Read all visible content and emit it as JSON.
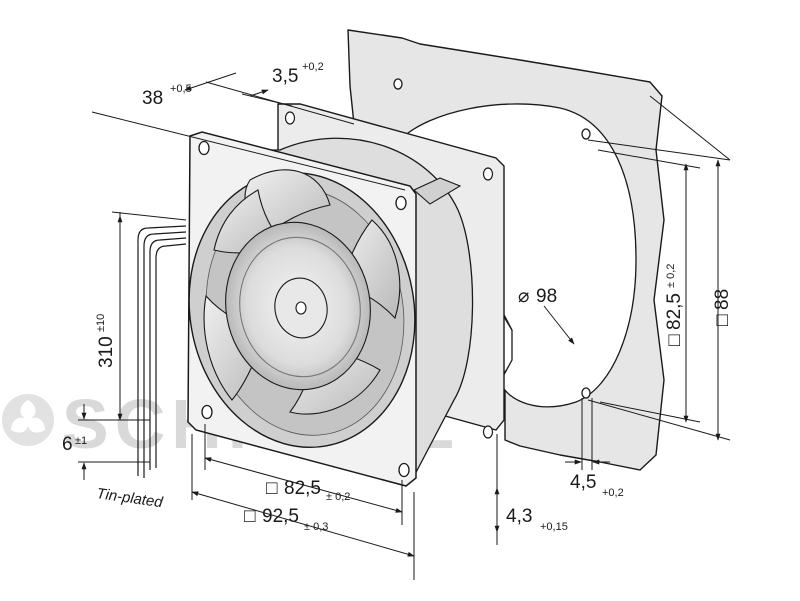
{
  "watermark": {
    "text": "SCHIESSL",
    "logo_icon": "fan-logo-icon"
  },
  "dimensions": {
    "depth": {
      "value": "38",
      "tol": "+0,5"
    },
    "flange": {
      "value": "3,5",
      "tol": "+0,2"
    },
    "lead_length": {
      "value": "310",
      "tol": "±10"
    },
    "strip_length": {
      "value": "6",
      "tol": "±1"
    },
    "strip_note": "Tin-plated",
    "hole_spacing_bottom": {
      "prefix": "□",
      "value": "82,5",
      "tol": "± 0,2"
    },
    "frame_size": {
      "prefix": "□",
      "value": "92,5",
      "tol": "± 0,3"
    },
    "diameter": {
      "symbol": "⌀",
      "value": "98"
    },
    "panel_hole_spacing": {
      "prefix": "□",
      "value": "82,5",
      "tol": "± 0,2"
    },
    "panel_size": {
      "prefix": "□",
      "value": "88"
    },
    "panel_hole_dia": {
      "value": "4,5",
      "tol": "+0,2"
    },
    "mount_hole_dia": {
      "value": "4,3",
      "tol": "+0,15"
    }
  },
  "colors": {
    "line": "#1a1a1a",
    "panel": "#e6e6e6",
    "fan_body": "#ececec",
    "shadow": "#bdbdbd"
  }
}
